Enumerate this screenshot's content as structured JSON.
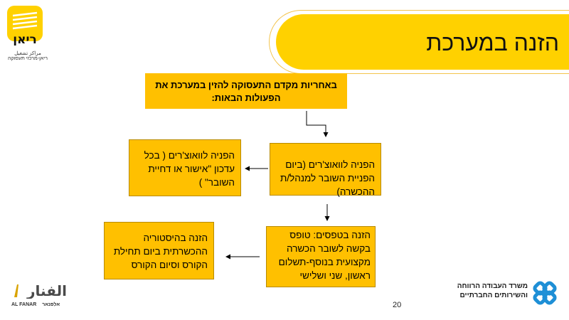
{
  "slide": {
    "title": "הזנה במערכת",
    "page_number": "20"
  },
  "boxes": {
    "top": "באחריות מקדם התעסוקה להזין במערכת את הפעולות הבאות:",
    "mid_right": "הפניה לוואוצ'רים (ביום הפניית השובר למנהל/ת ההכשרה)",
    "mid_left": "הפניה לוואוצ'רים ( בכל עדכון \"אישור או דחיית השובר\" )",
    "bot_right": "הזנה בטפסים: טופס בקשה לשובר הכשרה מקצועית בנוסף-תשלום ראשון, שני ושלישי",
    "bot_left": "הזנה בהיסטוריה ההכשרתית ביום תחילת הקורס וסיום הקורס"
  },
  "logos": {
    "riyan": {
      "name": "ריאן",
      "line1": "مراكز تشغيل",
      "line2": "ריאן-מרכזי תעסוקה"
    },
    "alfanar": {
      "name": "الفنار",
      "latin": "AL FANAR",
      "hebrew": "אלפנאר"
    },
    "ministry": {
      "line1": "משרד העבודה הרווחה",
      "line2": "והשירותים החברתיים"
    }
  },
  "colors": {
    "accent_yellow": "#ffd100",
    "box_orange": "#ffc000",
    "ministry_blue": "#1e8fd6"
  }
}
